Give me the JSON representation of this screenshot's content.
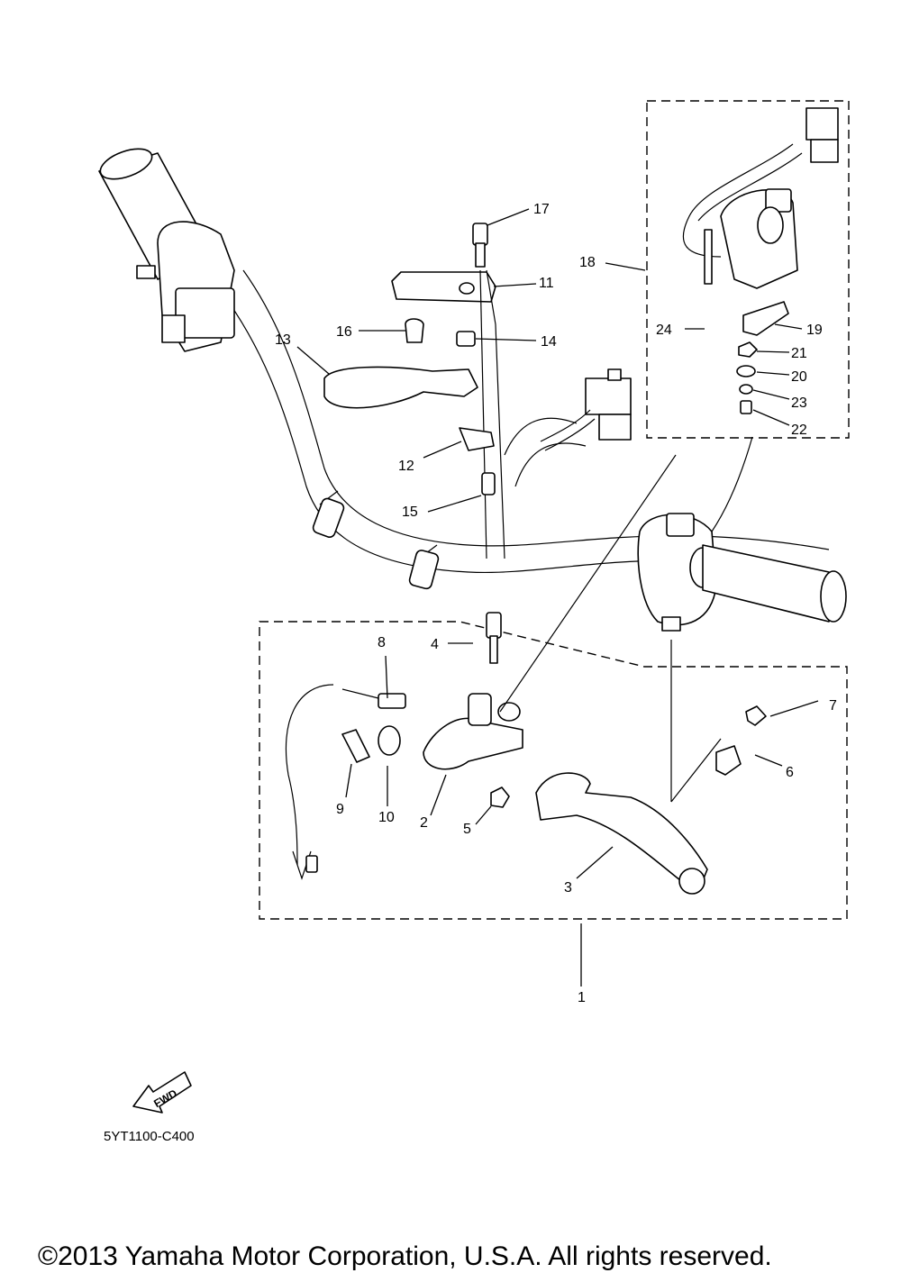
{
  "diagram": {
    "code": "5YT1100-C400",
    "fwd_label": "FWD",
    "copyright": "©2013 Yamaha Motor Corporation, U.S.A. All rights reserved.",
    "callouts": [
      {
        "id": "c1",
        "text": "1"
      },
      {
        "id": "c2",
        "text": "2"
      },
      {
        "id": "c3",
        "text": "3"
      },
      {
        "id": "c4",
        "text": "4"
      },
      {
        "id": "c5",
        "text": "5"
      },
      {
        "id": "c6",
        "text": "6"
      },
      {
        "id": "c7",
        "text": "7"
      },
      {
        "id": "c8",
        "text": "8"
      },
      {
        "id": "c9",
        "text": "9"
      },
      {
        "id": "c10",
        "text": "10"
      },
      {
        "id": "c11",
        "text": "11"
      },
      {
        "id": "c12",
        "text": "12"
      },
      {
        "id": "c13",
        "text": "13"
      },
      {
        "id": "c14",
        "text": "14"
      },
      {
        "id": "c15",
        "text": "15"
      },
      {
        "id": "c16",
        "text": "16"
      },
      {
        "id": "c17",
        "text": "17"
      },
      {
        "id": "c18",
        "text": "18"
      },
      {
        "id": "c19",
        "text": "19"
      },
      {
        "id": "c20",
        "text": "20"
      },
      {
        "id": "c21",
        "text": "21"
      },
      {
        "id": "c22",
        "text": "22"
      },
      {
        "id": "c23",
        "text": "23"
      },
      {
        "id": "c24",
        "text": "24"
      }
    ]
  }
}
